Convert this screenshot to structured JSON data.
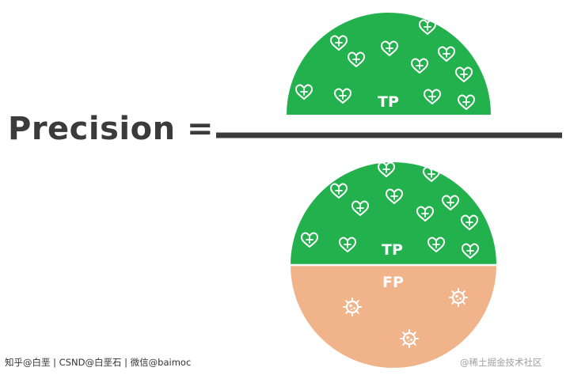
{
  "formula": {
    "lhs": "Precision ="
  },
  "numerator": {
    "label": "TP",
    "color": "#22b14c",
    "icon": "heart-plus-icon"
  },
  "denominator": {
    "tp_label": "TP",
    "fp_label": "FP",
    "tp_color": "#22b14c",
    "fp_color": "#f0b38a",
    "tp_icon": "heart-plus-icon",
    "fp_icon": "virus-icon"
  },
  "fraction_bar_color": "#3b3b3b",
  "watermarks": {
    "left": "知乎@白垩 | CSND@白垩石 | 微信@baimoc",
    "right": "@稀土掘金技术社区"
  }
}
